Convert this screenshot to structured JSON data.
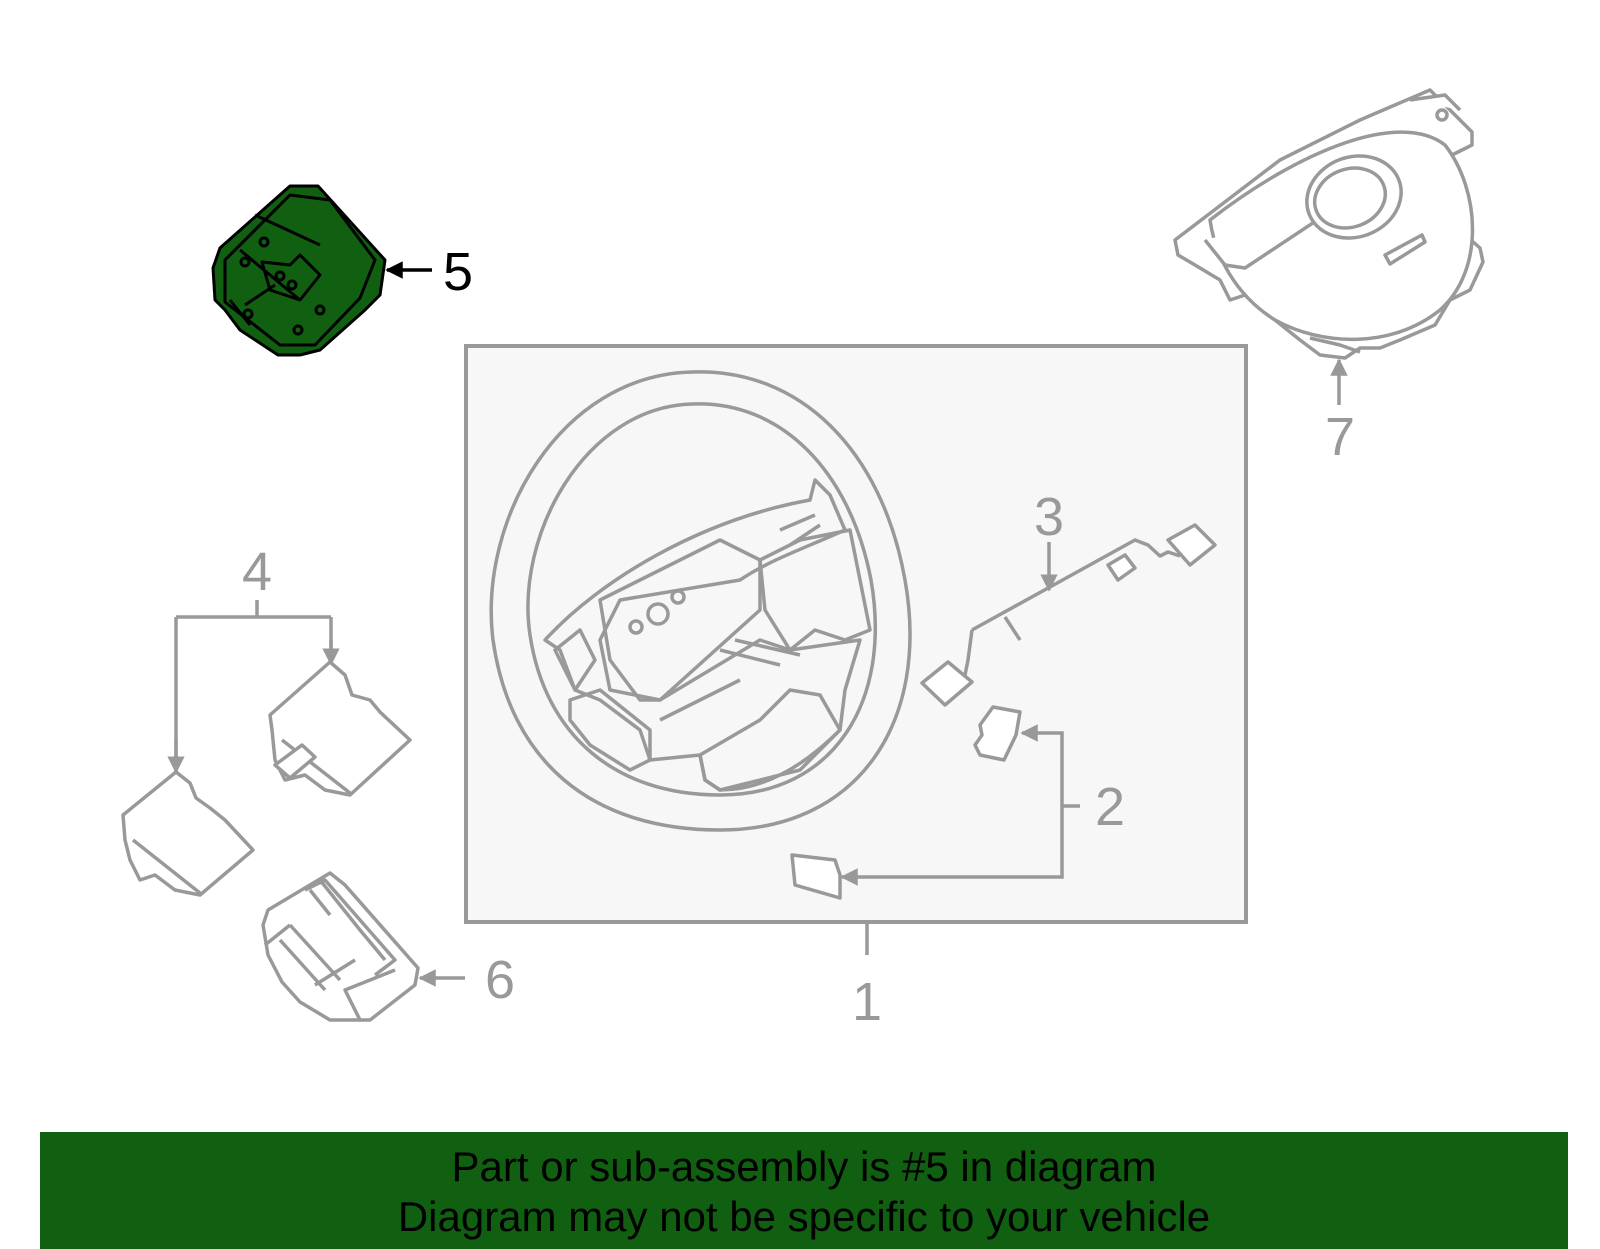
{
  "colors": {
    "line": "#999999",
    "highlight": "#116011",
    "highlight_outline": "#000000",
    "box_fill": "#f7f7f7",
    "banner": "#116011"
  },
  "callouts": [
    {
      "id": "1",
      "label": "1"
    },
    {
      "id": "2",
      "label": "2"
    },
    {
      "id": "3",
      "label": "3"
    },
    {
      "id": "4",
      "label": "4"
    },
    {
      "id": "5",
      "label": "5",
      "highlighted": true
    },
    {
      "id": "6",
      "label": "6"
    },
    {
      "id": "7",
      "label": "7"
    }
  ],
  "banner": {
    "line1": "Part or sub-assembly is #5 in diagram",
    "line2": "Diagram may not be specific to your vehicle"
  }
}
